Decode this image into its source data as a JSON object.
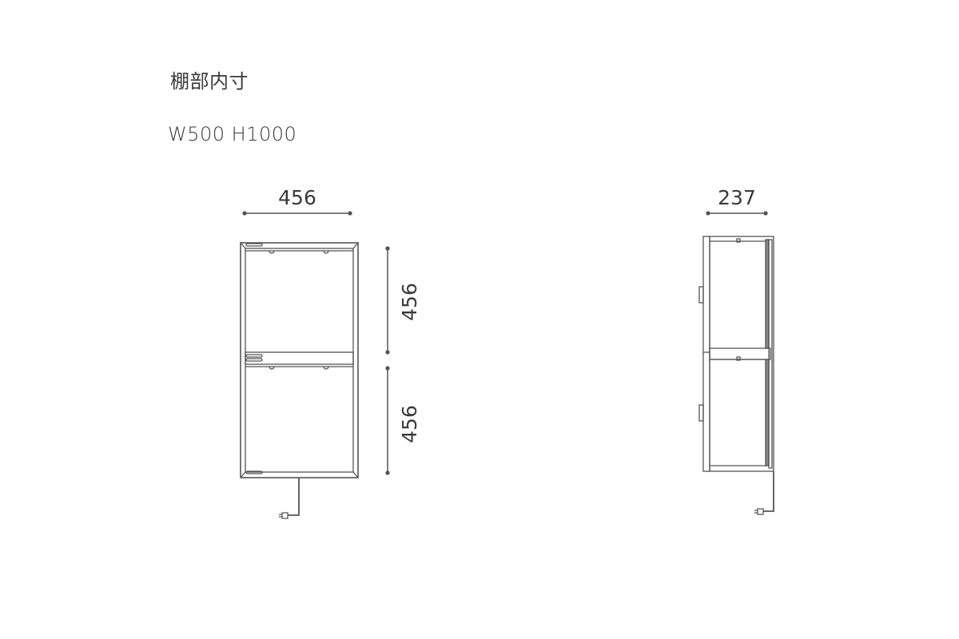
{
  "title": "棚部内寸",
  "size": "W500 H1000",
  "front_view": {
    "width_dim": "456",
    "upper_height_dim": "456",
    "lower_height_dim": "456"
  },
  "side_view": {
    "depth_dim": "237"
  }
}
